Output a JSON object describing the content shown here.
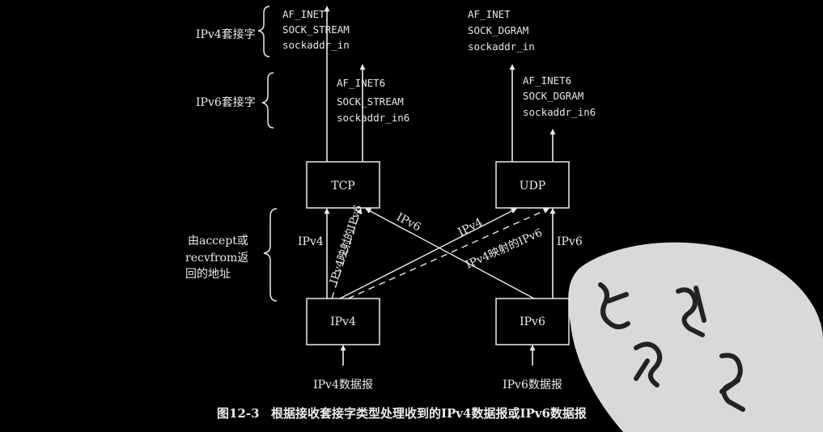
{
  "ipv4_socket": {
    "label": "IPv4套接字",
    "family": "AF_INET",
    "type": "SOCK_STREAM",
    "addr": "sockaddr_in"
  },
  "ipv6_socket": {
    "label": "IPv6套接字",
    "family": "AF_INET6",
    "type": "SOCK_STREAM",
    "addr": "sockaddr_in6"
  },
  "udp_ipv4_socket": {
    "family": "AF_INET",
    "type": "SOCK_DGRAM",
    "addr": "sockaddr_in"
  },
  "udp_ipv6_socket": {
    "family": "AF_INET6",
    "type": "SOCK_DGRAM",
    "addr": "sockaddr_in6"
  },
  "returned_address": {
    "line1": "由accept或",
    "line2": "recvfrom返",
    "line3": "回的地址"
  },
  "boxes": {
    "tcp": "TCP",
    "udp": "UDP",
    "ipv4": "IPv4",
    "ipv6": "IPv6"
  },
  "edge_labels": {
    "ipv4_to_tcp": "IPv4",
    "ipv4_mapped_to_tcp": "IPv4映射的IPv6",
    "ipv6_to_tcp": "IPv6",
    "ipv4_to_udp": "IPv4",
    "ipv4_mapped_to_udp": "IPv4映射的IPv6",
    "ipv6_to_udp": "IPv6"
  },
  "inputs": {
    "ipv4": "IPv4数据报",
    "ipv6": "IPv6数据报"
  },
  "caption": {
    "number": "图12-3",
    "text": "根据接收套接字类型处理收到的IPv4数据报或IPv6数据报"
  },
  "colors": {
    "background": "#000000",
    "foreground": "#ececec",
    "watermark": "#d9d9d9"
  }
}
